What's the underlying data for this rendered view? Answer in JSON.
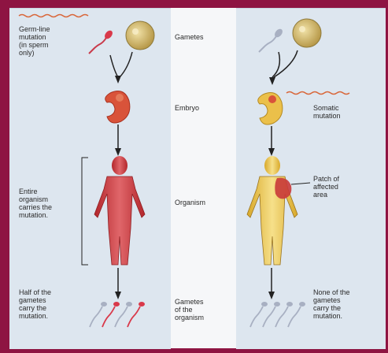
{
  "left": {
    "germline_label": "Germ-line\nmutation\n(in sperm\nonly)",
    "entire_label": "Entire\norganism\ncarries the\nmutation.",
    "half_label": "Half of the\ngametes\ncarry the\nmutation."
  },
  "center": {
    "gametes": "Gametes",
    "embryo": "Embryo",
    "organism": "Organism",
    "gametes_of_organism": "Gametes\nof the\norganism"
  },
  "right": {
    "somatic_label": "Somatic\nmutation",
    "patch_label": "Patch of\naffected\narea",
    "none_label": "None of the\ngametes\ncarry the\nmutation."
  },
  "colors": {
    "border": "#8e1442",
    "panel": "#dde6ef",
    "mutated": "#c93a3a",
    "normal_body": "#e9c54a",
    "egg": "#d9c27a",
    "sperm_gray": "#a8b0c2"
  }
}
